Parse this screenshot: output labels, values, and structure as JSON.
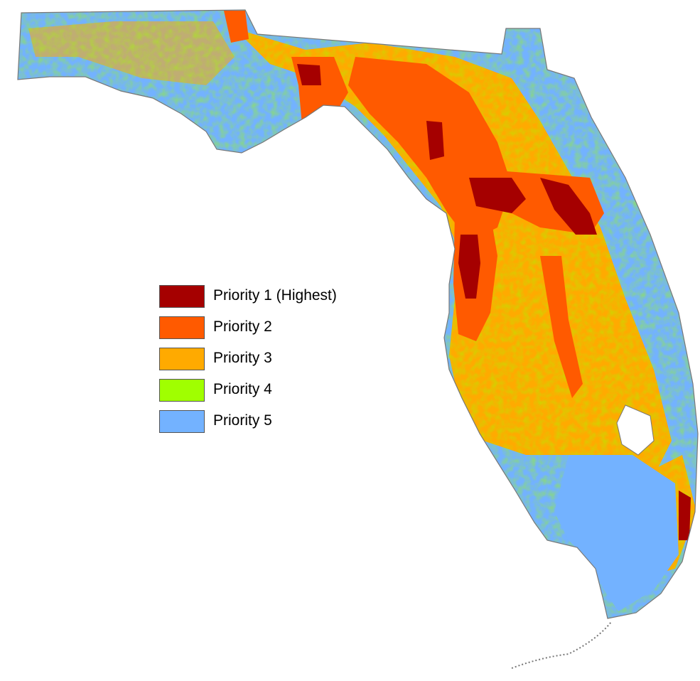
{
  "map": {
    "subject": "Florida",
    "background_color": "#ffffff",
    "coast_color": "#777777"
  },
  "legend": {
    "items": [
      {
        "label": "Priority 1 (Highest)",
        "color": "#a50000"
      },
      {
        "label": "Priority 2",
        "color": "#ff5a00"
      },
      {
        "label": "Priority 3",
        "color": "#ffaa00"
      },
      {
        "label": "Priority 4",
        "color": "#a0ff00"
      },
      {
        "label": "Priority 5",
        "color": "#73b2ff"
      }
    ]
  }
}
